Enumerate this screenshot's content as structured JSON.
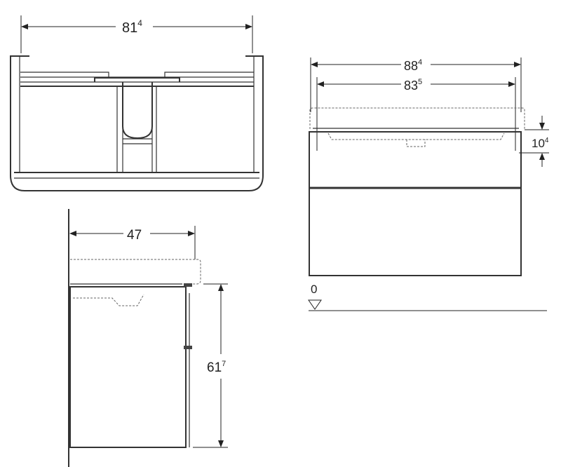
{
  "title": "Vanity unit dimension drawing",
  "dimensions": {
    "top_width": {
      "main": "81",
      "sup": "4"
    },
    "front_overall_width": {
      "main": "88",
      "sup": "4"
    },
    "front_inner_width": {
      "main": "83",
      "sup": "5"
    },
    "front_drawer_height": {
      "main": "10",
      "sup": "4"
    },
    "side_depth": {
      "main": "47",
      "sup": ""
    },
    "side_height": {
      "main": "61",
      "sup": "7"
    },
    "floor_level": "0"
  }
}
